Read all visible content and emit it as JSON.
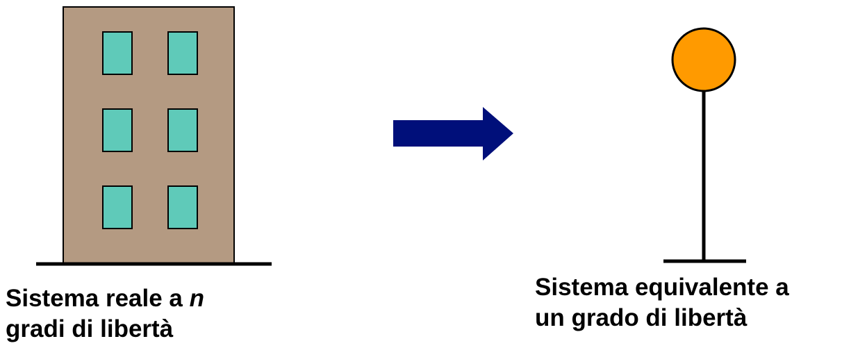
{
  "colors": {
    "building_wall": "#b49a82",
    "window_fill": "#5fcab9",
    "arrow_fill": "#000f7a",
    "mass_fill": "#ff9a00",
    "stroke": "#000000"
  },
  "left_caption": {
    "line1_prefix": "Sistema reale a ",
    "line1_var": "n",
    "line2": "gradi di libertà"
  },
  "right_caption": {
    "line1": "Sistema equivalente a",
    "line2": "un grado di libertà"
  },
  "icons": {
    "building": "building-icon",
    "arrow": "right-arrow-icon",
    "oscillator": "single-dof-oscillator-icon"
  }
}
